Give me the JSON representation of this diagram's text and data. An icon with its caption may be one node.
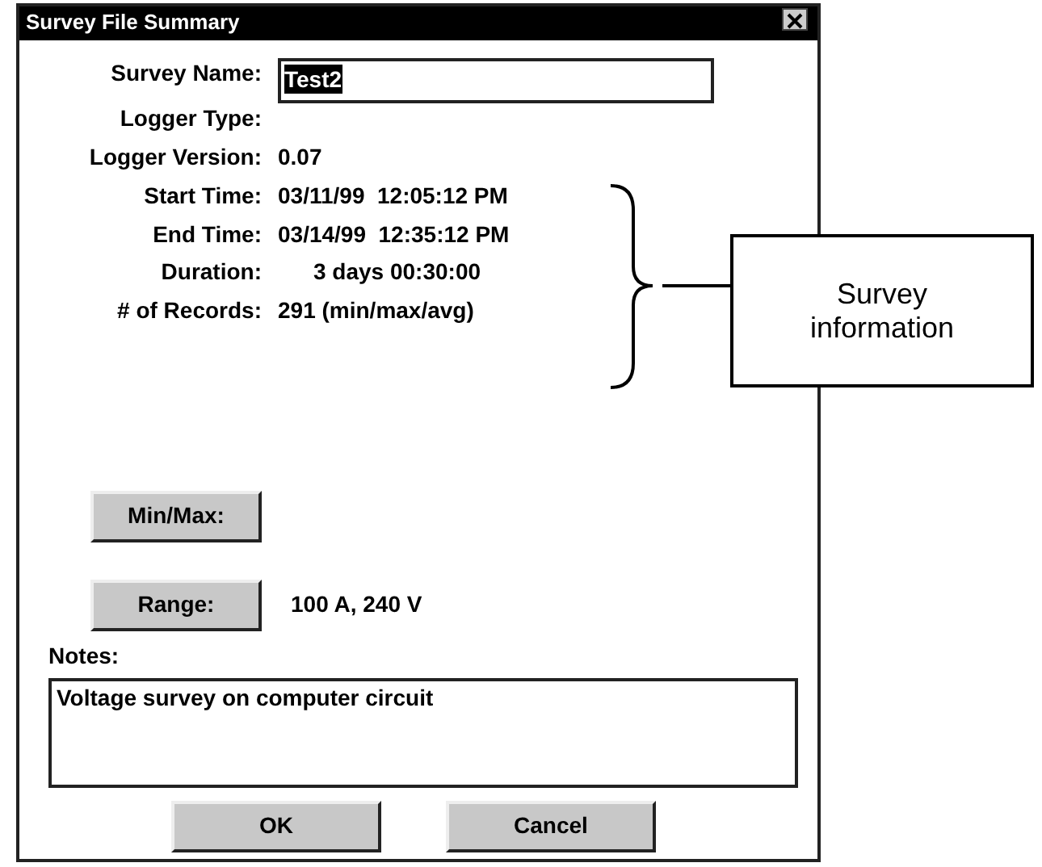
{
  "diagram": {
    "nodes": [
      {
        "text": [
          "Survey information"
        ]
      },
      {
        "text": [],
        "shape": "bracket"
      }
    ],
    "edges": [
      {
        "from": 0,
        "to": 1,
        "arrow": "none"
      }
    ],
    "labels": [
      "Survey File Summary",
      "Survey Name:",
      "Test2",
      "Logger Type:",
      "Logger Version:",
      "0.07",
      "Start Time:",
      "03/11/99  12:05:12 PM",
      "End Time:",
      "03/14/99  12:35:12 PM",
      "Duration:",
      "3 days 00:30:00",
      "# of Records:",
      "291 (min/max/avg)",
      "Min/Max:",
      "Range:",
      "100 A, 240 V",
      "Notes:",
      "Voltage survey on computer circuit",
      "OK",
      "Cancel"
    ]
  }
}
